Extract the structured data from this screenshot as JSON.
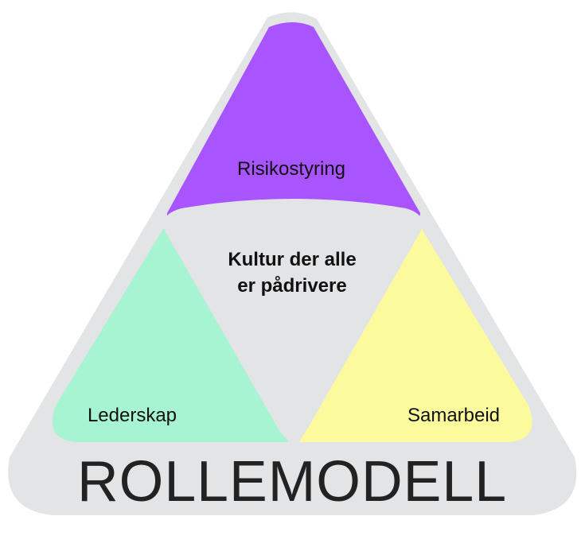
{
  "diagram": {
    "center": {
      "line1": "Kultur der alle",
      "line2": "er pådrivere"
    },
    "sections": {
      "top": "Risikostyring",
      "left": "Lederskap",
      "right": "Samarbeid"
    },
    "base": "ROLLEMODELL"
  },
  "colors": {
    "outer": "#e3e4e6",
    "top": "#a855ff",
    "left": "#a6f4d2",
    "right": "#fbfb9e",
    "center": "#e3e4e6"
  }
}
